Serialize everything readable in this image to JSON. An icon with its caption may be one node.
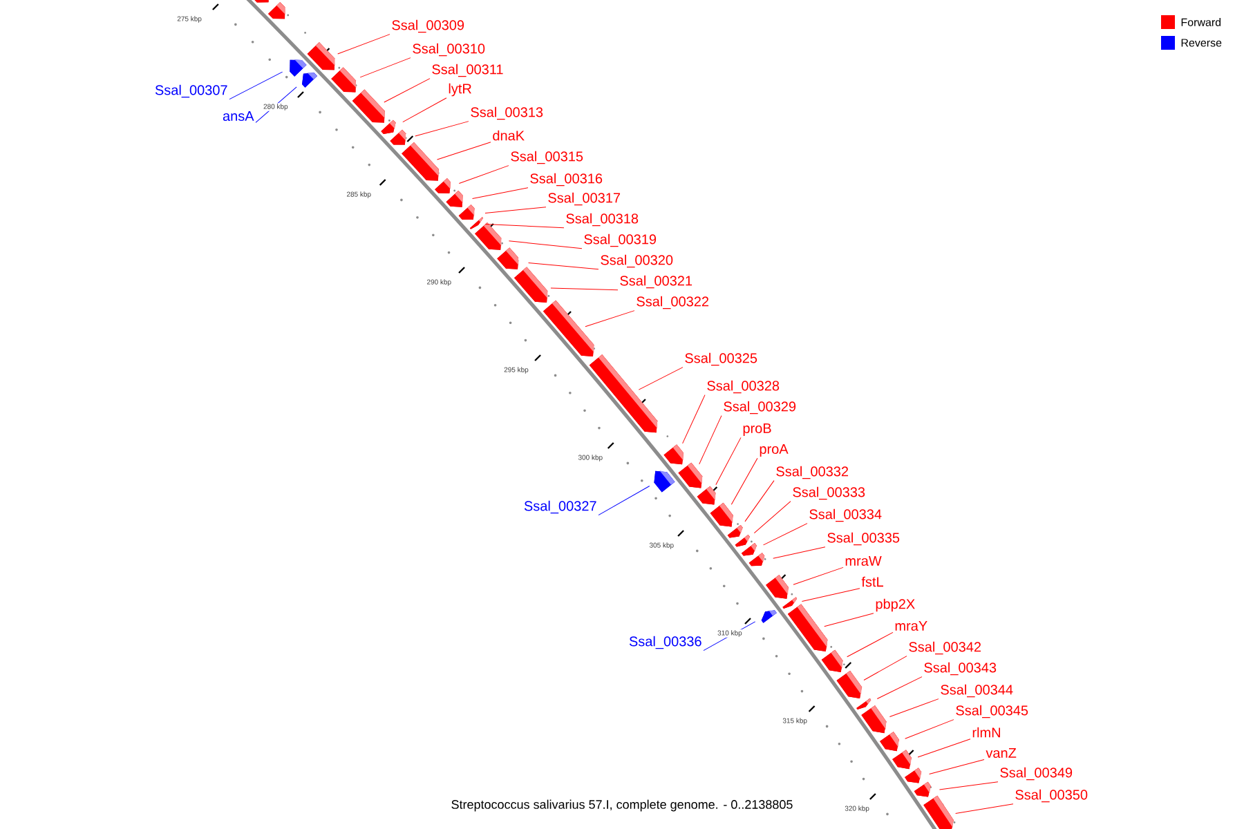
{
  "diagram": {
    "caption": "Streptococcus salivarius 57.I, complete genome. - 0..2138805",
    "nodes": [
      {
        "text": [
          "Ssal_00309"
        ]
      },
      {
        "text": [
          "Ssal_00310"
        ]
      },
      {
        "text": [
          "Ssal_00311"
        ]
      },
      {
        "text": [
          "lytR"
        ]
      },
      {
        "text": [
          "Ssal_00307"
        ]
      },
      {
        "text": [
          "Ssal_00313"
        ]
      },
      {
        "text": [
          "ansA"
        ]
      },
      {
        "text": [
          "dnaK"
        ]
      },
      {
        "text": [
          "Ssal_00315"
        ]
      },
      {
        "text": [
          "Ssal_00316"
        ]
      },
      {
        "text": [
          "Ssal_00317"
        ]
      },
      {
        "text": [
          "Ssal_00318"
        ]
      },
      {
        "text": [
          "Ssal_00319"
        ]
      },
      {
        "text": [
          "Ssal_00320"
        ]
      },
      {
        "text": [
          "Ssal_00321"
        ]
      },
      {
        "text": [
          "Ssal_00322"
        ]
      },
      {
        "text": [
          "Ssal_00325"
        ]
      },
      {
        "text": [
          "Ssal_00328"
        ]
      },
      {
        "text": [
          "Ssal_00329"
        ]
      },
      {
        "text": [
          "proB"
        ]
      },
      {
        "text": [
          "proA"
        ]
      },
      {
        "text": [
          "Ssal_00332"
        ]
      },
      {
        "text": [
          "Ssal_00333"
        ]
      },
      {
        "text": [
          "Ssal_00327"
        ]
      },
      {
        "text": [
          "Ssal_00334"
        ]
      },
      {
        "text": [
          "Ssal_00335"
        ]
      },
      {
        "text": [
          "mraW"
        ]
      },
      {
        "text": [
          "fstL"
        ]
      },
      {
        "text": [
          "pbp2X"
        ]
      },
      {
        "text": [
          "mraY"
        ]
      },
      {
        "text": [
          "Ssal_00336"
        ]
      },
      {
        "text": [
          "Ssal_00342"
        ]
      },
      {
        "text": [
          "Ssal_00343"
        ]
      },
      {
        "text": [
          "Ssal_00344"
        ]
      },
      {
        "text": [
          "Ssal_00345"
        ]
      },
      {
        "text": [
          "rlmN"
        ]
      },
      {
        "text": [
          "vanZ"
        ]
      },
      {
        "text": [
          "Ssal_00349"
        ]
      },
      {
        "text": [
          "Ssal_00350"
        ]
      },
      {
        "text": [],
        "shape": "arrow"
      },
      {
        "text": [],
        "shape": "arrow"
      },
      {
        "text": [],
        "shape": "arrow"
      },
      {
        "text": [],
        "shape": "arrow"
      },
      {
        "text": [],
        "shape": "arrow"
      },
      {
        "text": [],
        "shape": "arrow"
      },
      {
        "text": [],
        "shape": "arrow"
      },
      {
        "text": [],
        "shape": "arrow"
      },
      {
        "text": [],
        "shape": "arrow"
      },
      {
        "text": [],
        "shape": "arrow"
      },
      {
        "text": [],
        "shape": "arrow"
      },
      {
        "text": [],
        "shape": "arrow"
      },
      {
        "text": [],
        "shape": "arrow"
      },
      {
        "text": [],
        "shape": "arrow"
      },
      {
        "text": [],
        "shape": "arrow"
      },
      {
        "text": [],
        "shape": "arrow"
      },
      {
        "text": [],
        "shape": "arrow"
      },
      {
        "text": [],
        "shape": "arrow"
      },
      {
        "text": [],
        "shape": "arrow"
      },
      {
        "text": [],
        "shape": "arrow"
      },
      {
        "text": [],
        "shape": "arrow"
      },
      {
        "text": [],
        "shape": "arrow"
      },
      {
        "text": [],
        "shape": "arrow"
      },
      {
        "text": [],
        "shape": "arrow"
      },
      {
        "text": [],
        "shape": "arrow"
      },
      {
        "text": [],
        "shape": "arrow"
      },
      {
        "text": [],
        "shape": "arrow"
      },
      {
        "text": [],
        "shape": "arrow"
      },
      {
        "text": [],
        "shape": "arrow"
      },
      {
        "text": [],
        "shape": "arrow"
      },
      {
        "text": [],
        "shape": "arrow"
      },
      {
        "text": [],
        "shape": "arrow"
      },
      {
        "text": [],
        "shape": "arrow"
      },
      {
        "text": [],
        "shape": "arrow"
      },
      {
        "text": [],
        "shape": "arrow"
      },
      {
        "text": [],
        "shape": "arrow"
      },
      {
        "text": [],
        "shape": "arrow"
      },
      {
        "text": [],
        "shape": "arrow"
      },
      {
        "text": [],
        "shape": "arrow"
      },
      {
        "text": [],
        "shape": "arrow"
      },
      {
        "text": [],
        "shape": "arrow"
      }
    ],
    "edges": [
      {
        "from": 0,
        "to": 42,
        "arrow": "none"
      },
      {
        "from": 1,
        "to": 44,
        "arrow": "none"
      },
      {
        "from": 2,
        "to": 45,
        "arrow": "none"
      },
      {
        "from": 3,
        "to": 46,
        "arrow": "none"
      },
      {
        "from": 4,
        "to": 41,
        "arrow": "none",
        "color": "#0000ff"
      },
      {
        "from": 5,
        "to": 47,
        "arrow": "none"
      },
      {
        "from": 6,
        "to": 43,
        "arrow": "none",
        "color": "#0000ff"
      },
      {
        "from": 7,
        "to": 48,
        "arrow": "none"
      },
      {
        "from": 8,
        "to": 49,
        "arrow": "none"
      },
      {
        "from": 9,
        "to": 50,
        "arrow": "none"
      },
      {
        "from": 10,
        "to": 51,
        "arrow": "none"
      },
      {
        "from": 11,
        "to": 52,
        "arrow": "none"
      },
      {
        "from": 12,
        "to": 53,
        "arrow": "none"
      },
      {
        "from": 13,
        "to": 54,
        "arrow": "none"
      },
      {
        "from": 14,
        "to": 55,
        "arrow": "none"
      },
      {
        "from": 15,
        "to": 56,
        "arrow": "none"
      },
      {
        "from": 16,
        "to": 57,
        "arrow": "none"
      },
      {
        "from": 17,
        "to": 58,
        "arrow": "none"
      },
      {
        "from": 18,
        "to": 60,
        "arrow": "none"
      },
      {
        "from": 19,
        "to": 61,
        "arrow": "none"
      },
      {
        "from": 20,
        "to": 62,
        "arrow": "none"
      },
      {
        "from": 21,
        "to": 63,
        "arrow": "none"
      },
      {
        "from": 22,
        "to": 64,
        "arrow": "none"
      },
      {
        "from": 23,
        "to": 59,
        "arrow": "none",
        "color": "#0000ff"
      },
      {
        "from": 24,
        "to": 65,
        "arrow": "none"
      },
      {
        "from": 25,
        "to": 66,
        "arrow": "none"
      },
      {
        "from": 26,
        "to": 67,
        "arrow": "none"
      },
      {
        "from": 27,
        "to": 69,
        "arrow": "none"
      },
      {
        "from": 28,
        "to": 70,
        "arrow": "none"
      },
      {
        "from": 29,
        "to": 71,
        "arrow": "none"
      },
      {
        "from": 30,
        "to": 68,
        "arrow": "none",
        "color": "#0000ff"
      },
      {
        "from": 31,
        "to": 72,
        "arrow": "none"
      },
      {
        "from": 32,
        "to": 73,
        "arrow": "none"
      },
      {
        "from": 33,
        "to": 74,
        "arrow": "none"
      },
      {
        "from": 34,
        "to": 75,
        "arrow": "none"
      },
      {
        "from": 35,
        "to": 76,
        "arrow": "none"
      },
      {
        "from": 36,
        "to": 77,
        "arrow": "none"
      },
      {
        "from": 37,
        "to": 78,
        "arrow": "none"
      },
      {
        "from": 38,
        "to": 79,
        "arrow": "none"
      }
    ],
    "labels": [
      "275 kbp",
      "280 kbp",
      "285 kbp",
      "290 kbp",
      "295 kbp",
      "300 kbp",
      "305 kbp",
      "310 kbp",
      "315 kbp",
      "320 kbp"
    ],
    "legend": [
      {
        "text": "Forward",
        "color": "#ff0000"
      },
      {
        "text": "Reverse",
        "color": "#0000ff"
      }
    ]
  }
}
